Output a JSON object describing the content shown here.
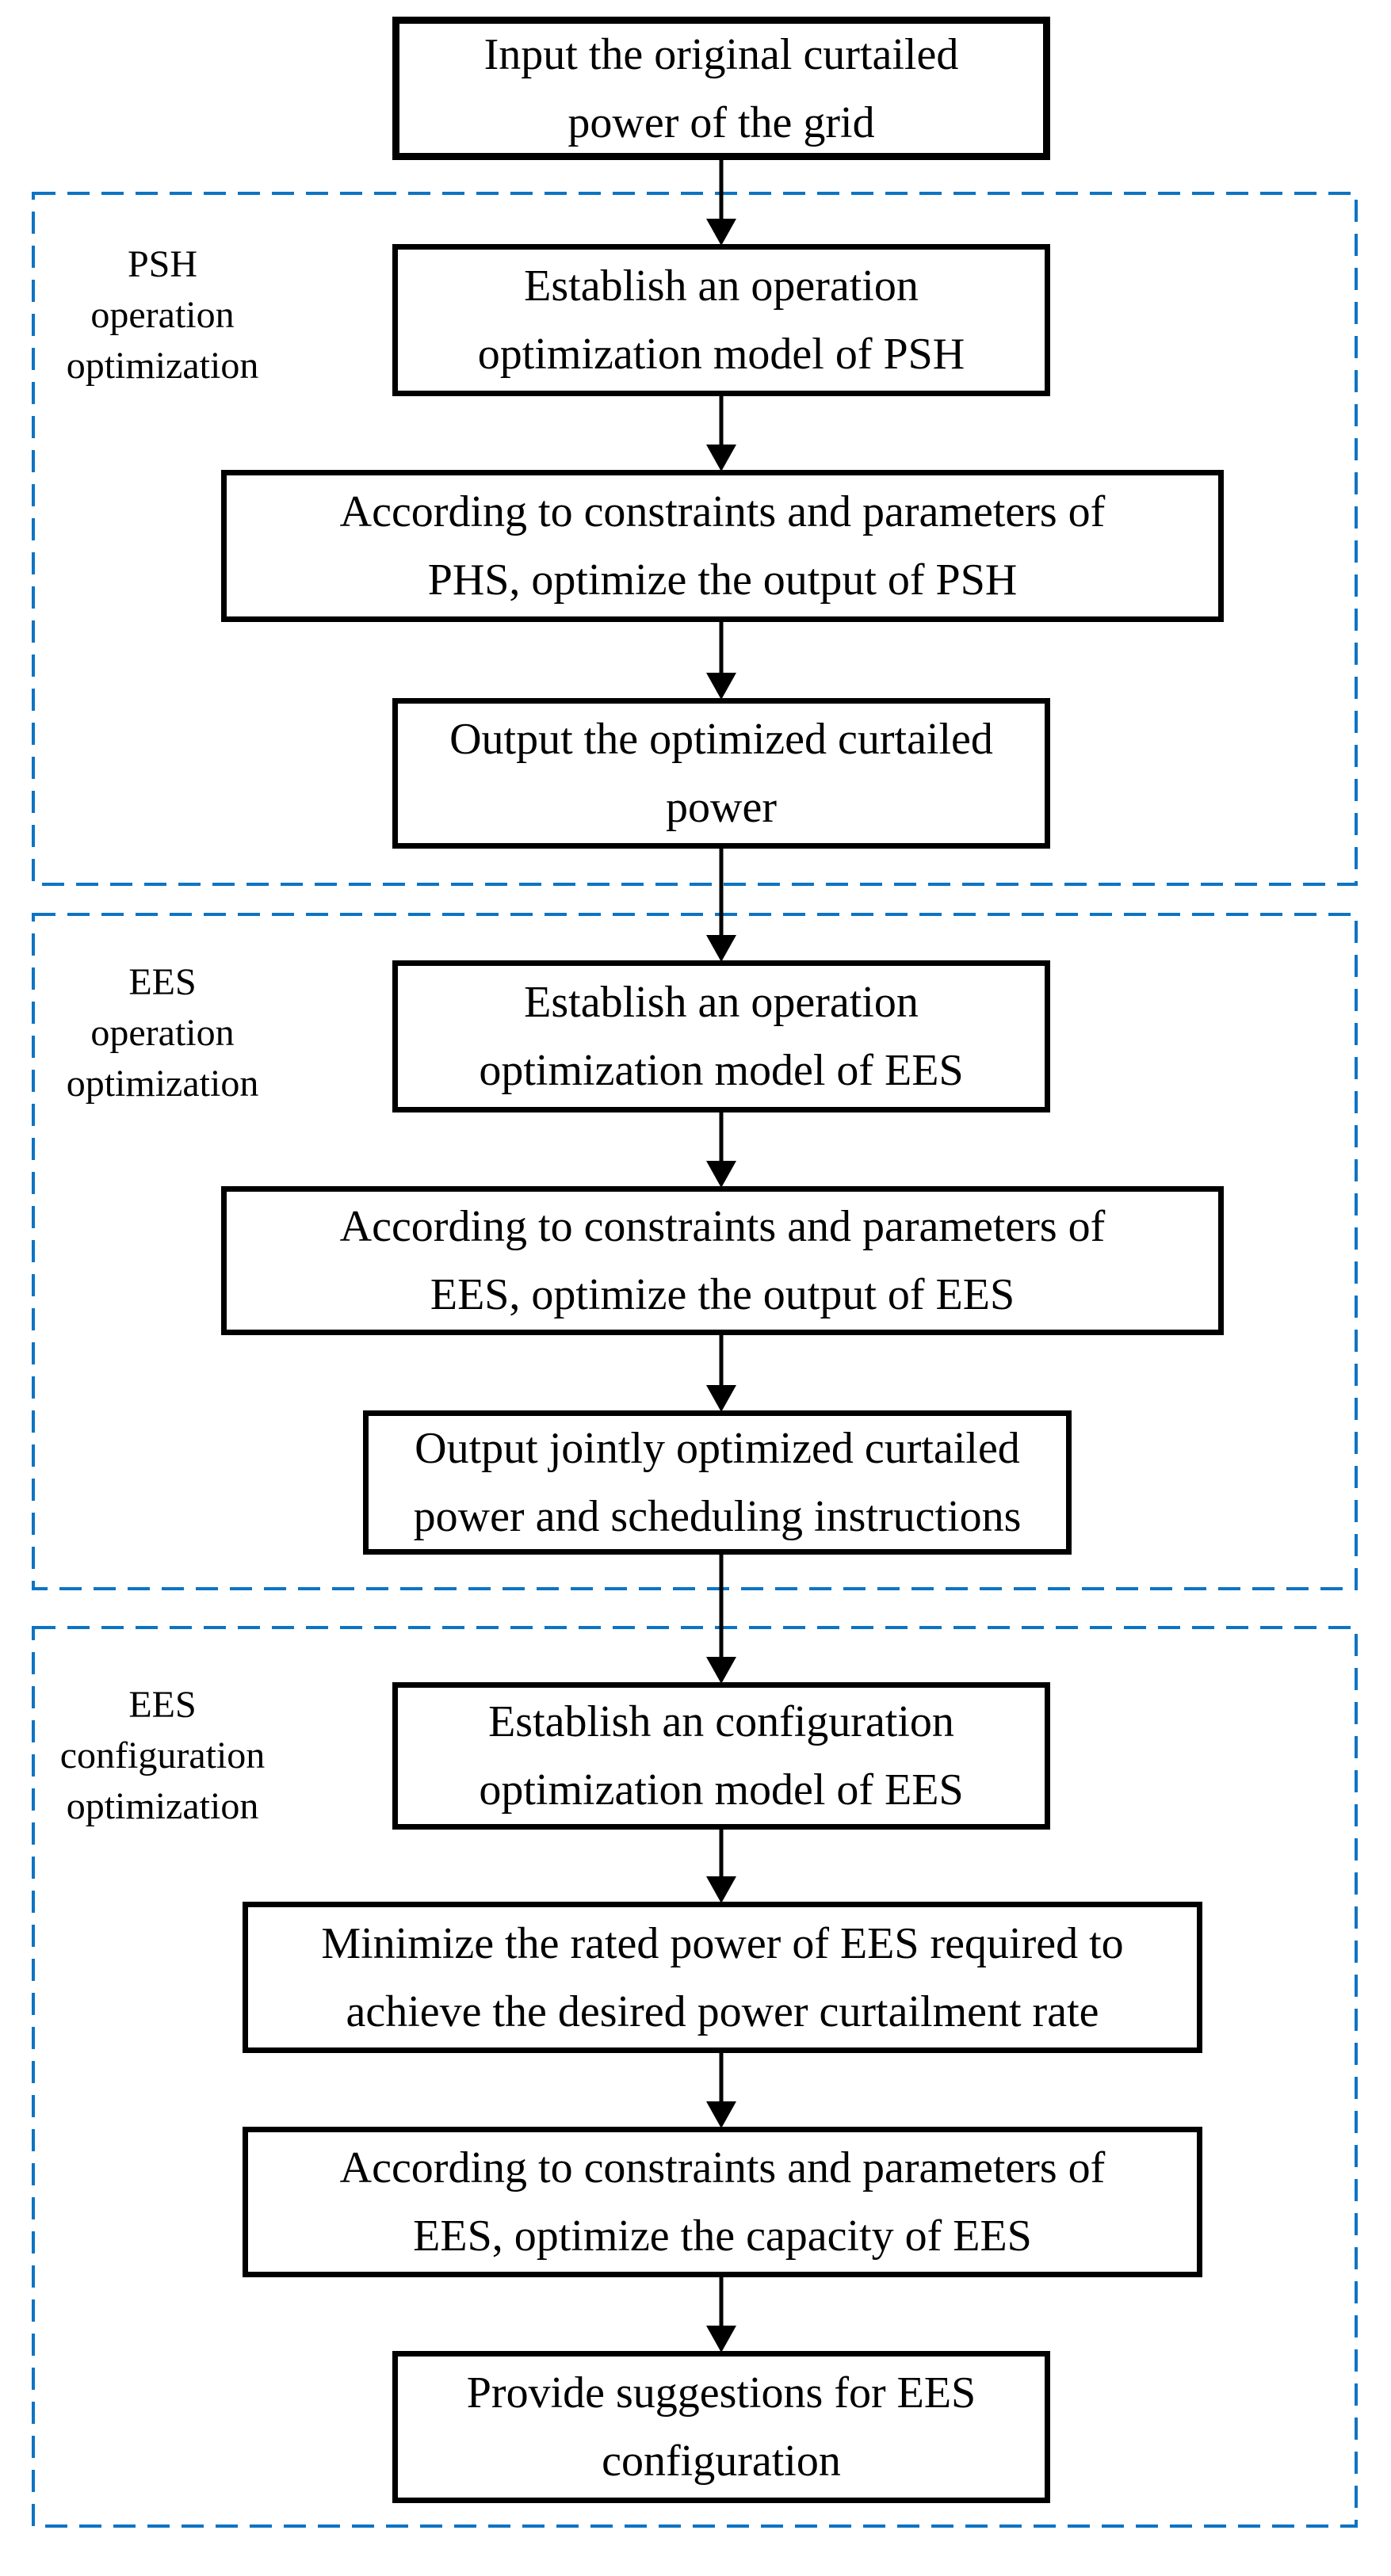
{
  "colors": {
    "section_border": "#0d74c4",
    "box_border": "#000000",
    "text": "#000000",
    "arrow": "#000000",
    "background": "#ffffff"
  },
  "flowchart": {
    "input_box": {
      "line1": "Input the original curtailed",
      "line2": "power of the grid"
    },
    "sections": [
      {
        "label": {
          "line1": "PSH",
          "line2": "operation",
          "line3": "optimization"
        },
        "boxes": [
          {
            "line1": "Establish an operation",
            "line2": "optimization model of PSH"
          },
          {
            "line1": "According to constraints and parameters of",
            "line2": "PHS, optimize the output of PSH"
          },
          {
            "line1": "Output the optimized curtailed",
            "line2": "power"
          }
        ]
      },
      {
        "label": {
          "line1": "EES",
          "line2": "operation",
          "line3": "optimization"
        },
        "boxes": [
          {
            "line1": "Establish an operation",
            "line2": "optimization model of EES"
          },
          {
            "line1": "According to constraints and parameters of",
            "line2": "EES, optimize the output of EES"
          },
          {
            "line1": "Output jointly optimized curtailed",
            "line2": "power and scheduling instructions"
          }
        ]
      },
      {
        "label": {
          "line1": "EES",
          "line2": "configuration",
          "line3": "optimization"
        },
        "boxes": [
          {
            "line1": "Establish an configuration",
            "line2": "optimization model of EES"
          },
          {
            "line1": "Minimize the rated power of EES required to",
            "line2": "achieve the desired power curtailment rate"
          },
          {
            "line1": "According to constraints and parameters of",
            "line2": "EES, optimize the capacity of EES"
          },
          {
            "line1": "Provide suggestions for EES",
            "line2": "configuration"
          }
        ]
      }
    ]
  }
}
